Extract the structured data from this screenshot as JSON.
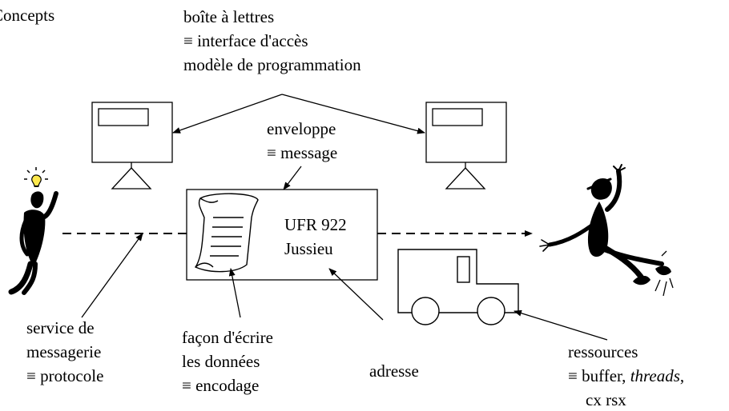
{
  "title": "Concepts",
  "mailbox": {
    "line1": "boîte à lettres",
    "line2": "≡ interface d'accès",
    "line3": "modèle de programmation"
  },
  "envelope": {
    "line1": "enveloppe",
    "line2": "≡ message"
  },
  "address_card": {
    "line1": "UFR 922",
    "line2": "Jussieu"
  },
  "service": {
    "line1": "service de",
    "line2": "messagerie",
    "line3": "≡ protocole"
  },
  "encoding": {
    "line1": "façon d'écrire",
    "line2": "les données",
    "line3": "≡ encodage"
  },
  "address": {
    "label": "adresse"
  },
  "resources": {
    "line1": "ressources",
    "line2_prefix": "≡ buffer, ",
    "line2_italic": "threads",
    "line2_suffix": ",",
    "line3": "cx rsx"
  },
  "colors": {
    "ink": "#000000",
    "background": "#ffffff",
    "bulb": "#ffe94d"
  }
}
